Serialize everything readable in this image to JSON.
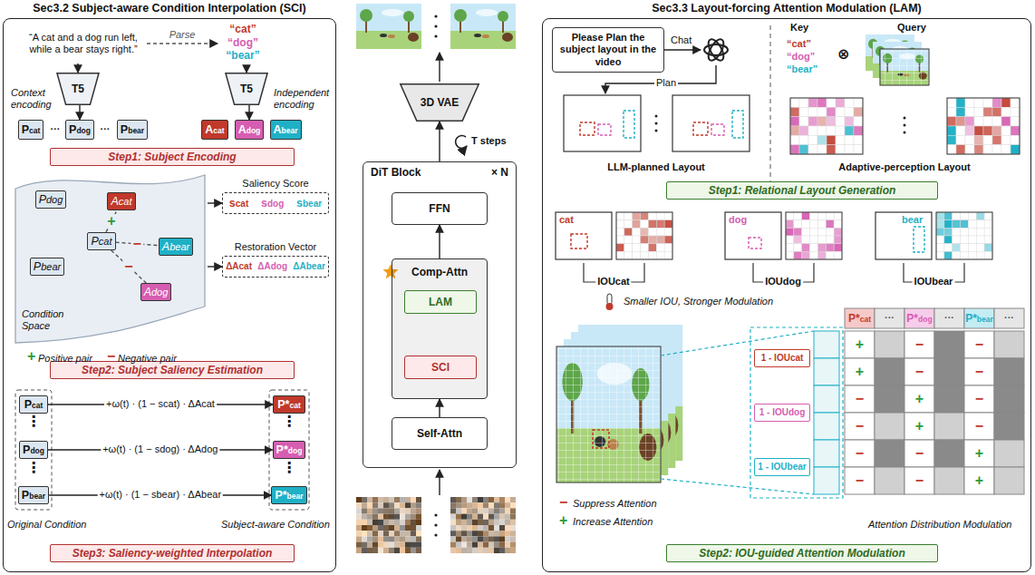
{
  "diagram": {
    "nodes": [
      {
        "text": [
          "Sec3.2 Subject-aware Condition Interpolation (SCI)"
        ]
      },
      {
        "text": [
          "“A cat and a dog run left, while a bear stays right.”"
        ],
        "in": 0
      },
      {
        "text": [
          "“cat”",
          "“dog”",
          "“bear”"
        ],
        "in": 0
      },
      {
        "text": [
          "T5"
        ],
        "in": 0
      },
      {
        "text": [
          "T5"
        ],
        "in": 0
      },
      {
        "text": [
          "Pcat"
        ],
        "in": 0
      },
      {
        "text": [
          "Pdog"
        ],
        "in": 0
      },
      {
        "text": [
          "Pbear"
        ],
        "in": 0
      },
      {
        "text": [
          "Acat"
        ],
        "in": 0
      },
      {
        "text": [
          "Adog"
        ],
        "in": 0
      },
      {
        "text": [
          "Abear"
        ],
        "in": 0
      },
      {
        "text": [
          "Step1: Subject Encoding"
        ],
        "in": 0
      },
      {
        "text": [
          "Condition Space"
        ],
        "in": 0
      },
      {
        "text": [
          "Pdog"
        ],
        "in": 12
      },
      {
        "text": [
          "Acat"
        ],
        "in": 12
      },
      {
        "text": [
          "Pcat"
        ],
        "in": 12
      },
      {
        "text": [
          "Abear"
        ],
        "in": 12
      },
      {
        "text": [
          "Pbear"
        ],
        "in": 12
      },
      {
        "text": [
          "Adog"
        ],
        "in": 12
      },
      {
        "text": [
          "Saliency Score",
          "scat",
          "sdog",
          "sbear"
        ],
        "in": 0
      },
      {
        "text": [
          "Restoration Vector",
          "ΔAcat",
          "ΔAdog",
          "ΔAbear"
        ],
        "in": 0
      },
      {
        "text": [
          "Step2: Subject Saliency Estimation"
        ],
        "in": 0
      },
      {
        "text": [
          "Pcat"
        ],
        "in": 0
      },
      {
        "text": [
          "Pdog"
        ],
        "in": 0
      },
      {
        "text": [
          "Pbear"
        ],
        "in": 0
      },
      {
        "text": [
          "P*cat"
        ],
        "in": 0
      },
      {
        "text": [
          "P*dog"
        ],
        "in": 0
      },
      {
        "text": [
          "P*bear"
        ],
        "in": 0
      },
      {
        "text": [
          "Step3: Saliency-weighted Interpolation"
        ],
        "in": 0
      },
      {
        "text": [
          "3D VAE"
        ]
      },
      {
        "text": [
          "DiT Block",
          "× N"
        ]
      },
      {
        "text": [
          "FFN"
        ],
        "in": 30
      },
      {
        "text": [
          "Comp-Attn"
        ],
        "in": 30
      },
      {
        "text": [
          "LAM"
        ],
        "in": 32
      },
      {
        "text": [
          "SCI"
        ],
        "in": 32
      },
      {
        "text": [
          "Self-Attn"
        ],
        "in": 30
      },
      {
        "text": [
          "Sec3.3 Layout-forcing Attention Modulation (LAM)"
        ]
      },
      {
        "text": [
          "Please Plan the subject layout in the video"
        ],
        "in": 36
      },
      {
        "text": [
          "Step1: Relational Layout Generation"
        ],
        "in": 36
      },
      {
        "text": [
          "1 - IOUcat"
        ],
        "in": 36
      },
      {
        "text": [
          "1 - IOUdog"
        ],
        "in": 36
      },
      {
        "text": [
          "1 - IOUbear"
        ],
        "in": 36
      },
      {
        "text": [
          "Step2: IOU-guided Attention Modulation"
        ],
        "in": 36
      }
    ],
    "edges": [
      {
        "from": 1,
        "to": 2,
        "label": "Parse",
        "arrow": "to"
      },
      {
        "from": 1,
        "to": 3,
        "arrow": "to"
      },
      {
        "from": 2,
        "to": 4,
        "arrow": "to"
      },
      {
        "from": 3,
        "to": 6,
        "arrow": "to"
      },
      {
        "from": 4,
        "to": 9,
        "arrow": "to"
      },
      {
        "from": 15,
        "to": 14,
        "label": "+",
        "arrow": "none"
      },
      {
        "from": 15,
        "to": 16,
        "label": "−",
        "arrow": "none"
      },
      {
        "from": 15,
        "to": 18,
        "label": "−",
        "arrow": "none"
      },
      {
        "from": 12,
        "to": 19,
        "arrow": "to"
      },
      {
        "from": 12,
        "to": 20,
        "arrow": "to"
      },
      {
        "from": 22,
        "to": 25,
        "label": "+ω(t) · (1 − scat) · ΔAcat",
        "arrow": "to"
      },
      {
        "from": 23,
        "to": 26,
        "label": "+ω(t) · (1 − sdog) · ΔAdog",
        "arrow": "to"
      },
      {
        "from": 24,
        "to": 27,
        "label": "+ω(t) · (1 − sbear) · ΔAbear",
        "arrow": "to"
      },
      {
        "from": 35,
        "to": 32,
        "arrow": "to"
      },
      {
        "from": 32,
        "to": 31,
        "arrow": "to"
      },
      {
        "from": 30,
        "to": 29,
        "arrow": "to"
      }
    ],
    "labels": [
      "Context encoding",
      "Independent encoding",
      "···",
      "···",
      "+",
      "−",
      "⋮",
      "⋮",
      "⋮",
      "⋮",
      "Original Condition",
      "Subject-aware Condition",
      "T steps",
      "Chat",
      "Plan",
      "LLM-planned Layout",
      "Key",
      "Query",
      "“cat”",
      "“dog”",
      "“bear”",
      "⊗",
      "Adaptive-perception Layout",
      "cat",
      "dog",
      "bear",
      "IOUcat",
      "IOUdog",
      "IOUbear",
      "Smaller IOU, Stronger Modulation",
      "P*cat",
      "···",
      "P*dog",
      "···",
      "P*bear",
      "···",
      "+",
      "−",
      "−",
      "+",
      "−",
      "−",
      "−",
      "+",
      "−",
      "−",
      "+",
      "−",
      "−",
      "−",
      "+",
      "−",
      "−",
      "+",
      "−",
      "+",
      "Attention Distribution Modulation"
    ],
    "legend": [
      {
        "text": "Positive pair"
      },
      {
        "text": "Negative pair"
      },
      {
        "text": "Suppress Attention"
      },
      {
        "text": "Increase Attention"
      }
    ]
  }
}
